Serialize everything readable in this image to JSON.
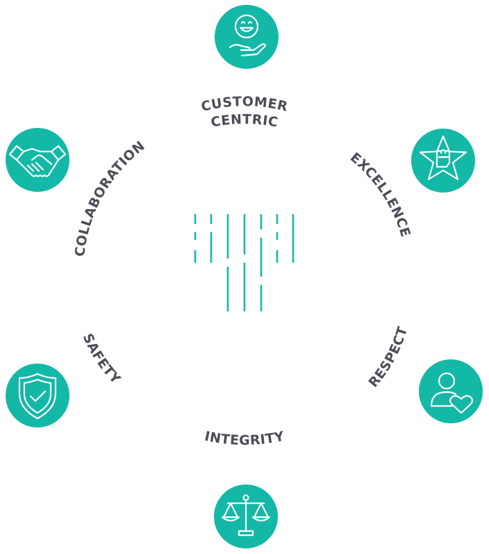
{
  "colors": {
    "accent": "#14b8a6",
    "label": "#4a4d57",
    "icon_line": "#ffffff"
  },
  "values": [
    {
      "id": "customer-centric",
      "line1": "CUSTOMER",
      "line2": "CENTRIC",
      "icon": "smile-hand-icon"
    },
    {
      "id": "excellence",
      "label": "EXCELLENCE",
      "icon": "star-fist-icon"
    },
    {
      "id": "respect",
      "label": "RESPECT",
      "icon": "person-heart-icon"
    },
    {
      "id": "integrity",
      "label": "INTEGRITY",
      "icon": "scales-icon"
    },
    {
      "id": "safety",
      "label": "SAFETY",
      "icon": "shield-check-icon"
    },
    {
      "id": "collaboration",
      "label": "COLLABORATION",
      "icon": "handshake-icon"
    }
  ]
}
